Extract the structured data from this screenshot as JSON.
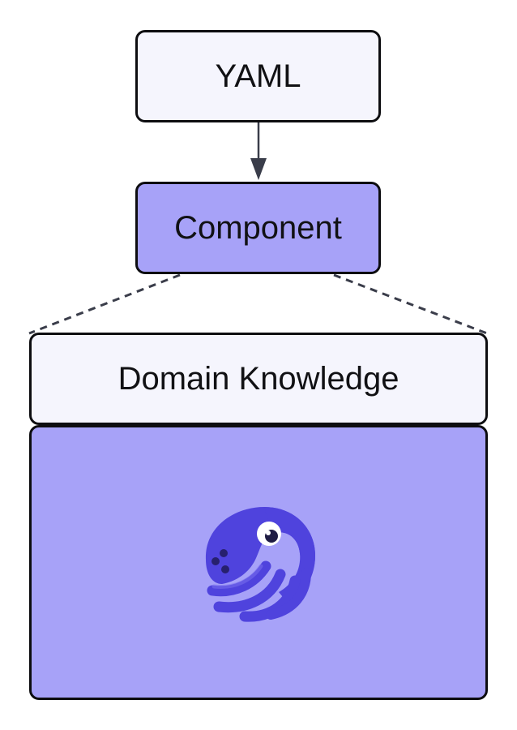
{
  "nodes": {
    "yaml": "YAML",
    "component": "Component",
    "domain_knowledge": "Domain Knowledge"
  },
  "logo_icon": "octopus-logo-icon",
  "colors": {
    "light_box": "#f5f5fd",
    "purple_box": "#a7a2f8",
    "logo_primary": "#4f43dd",
    "border": "#0d0d10",
    "connector": "#3a3d4a"
  }
}
